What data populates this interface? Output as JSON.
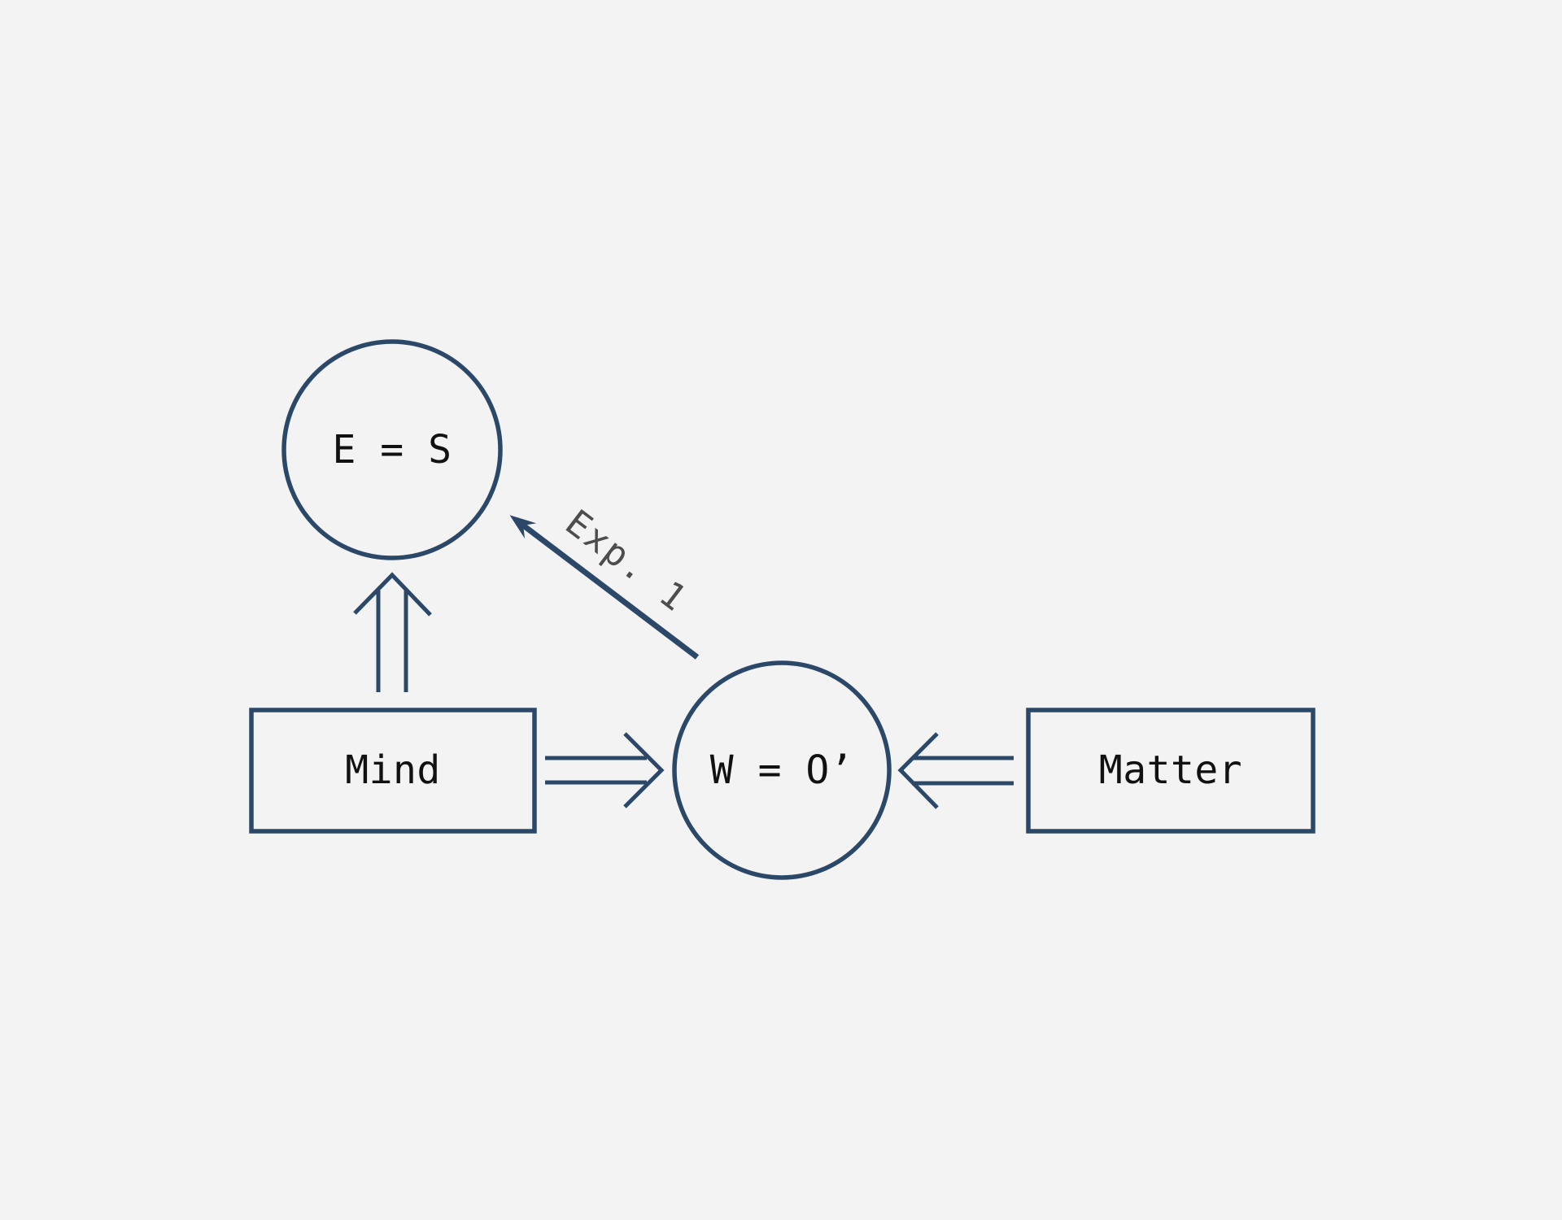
{
  "figure": {
    "background_color": "#f3f3f3",
    "line_color": "#2c4868",
    "node_text_color": "#111111",
    "edge_label_color": "#4d4d4d",
    "nodes": {
      "es": {
        "shape": "circle",
        "label": "E = S"
      },
      "wo": {
        "shape": "circle",
        "label": "W = O’"
      },
      "mind": {
        "shape": "rect",
        "label": "Mind"
      },
      "matter": {
        "shape": "rect",
        "label": "Matter"
      }
    },
    "edges": [
      {
        "from": "mind",
        "to": "es",
        "style": "double-line-open-arrow"
      },
      {
        "from": "mind",
        "to": "wo",
        "style": "double-line-open-arrow"
      },
      {
        "from": "matter",
        "to": "wo",
        "style": "double-line-open-arrow"
      },
      {
        "from": "wo",
        "to": "es",
        "style": "solid-arrow",
        "label": "Exp. 1"
      }
    ]
  }
}
